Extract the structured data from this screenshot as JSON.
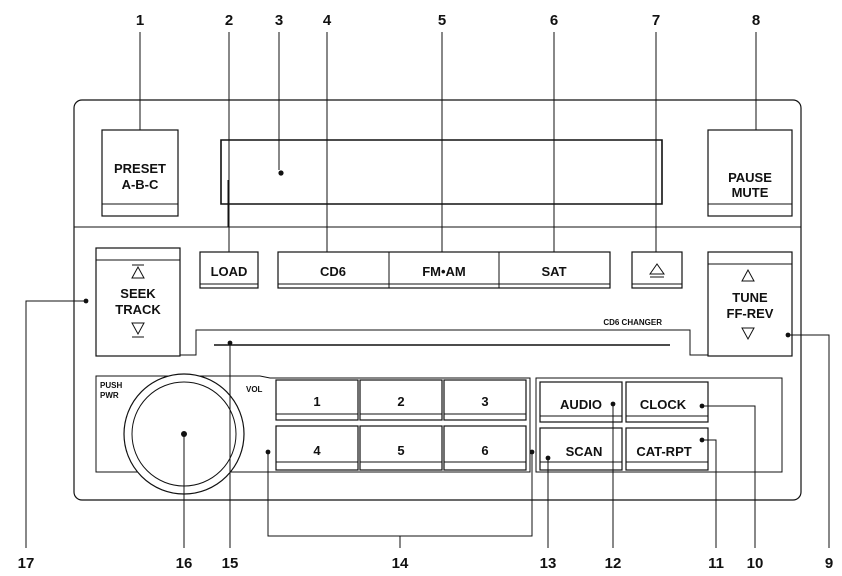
{
  "callouts": [
    "1",
    "2",
    "3",
    "4",
    "5",
    "6",
    "7",
    "8",
    "9",
    "10",
    "11",
    "12",
    "13",
    "14",
    "15",
    "16",
    "17"
  ],
  "buttons": {
    "preset_line1": "PRESET",
    "preset_line2": "A-B-C",
    "pause_line1": "PAUSE",
    "pause_line2": "MUTE",
    "load": "LOAD",
    "cd6": "CD6",
    "fmam": "FM•AM",
    "sat": "SAT",
    "eject_glyph": "⏏",
    "seek_line1": "SEEK",
    "seek_line2": "TRACK",
    "tune_line1": "TUNE",
    "tune_line2": "FF-REV",
    "presets": [
      "1",
      "2",
      "3",
      "4",
      "5",
      "6"
    ],
    "audio": "AUDIO",
    "clock": "CLOCK",
    "scan": "SCAN",
    "catrpt": "CAT-RPT"
  },
  "labels": {
    "push_pwr_line1": "PUSH",
    "push_pwr_line2": "PWR",
    "vol": "VOL",
    "cd_changer": "CD6 CHANGER"
  },
  "icons": {
    "seek_up": "seek-up-triangle-icon",
    "seek_down": "seek-down-triangle-icon",
    "tune_up": "tune-up-triangle-icon",
    "tune_down": "tune-down-triangle-icon",
    "eject": "eject-icon"
  }
}
